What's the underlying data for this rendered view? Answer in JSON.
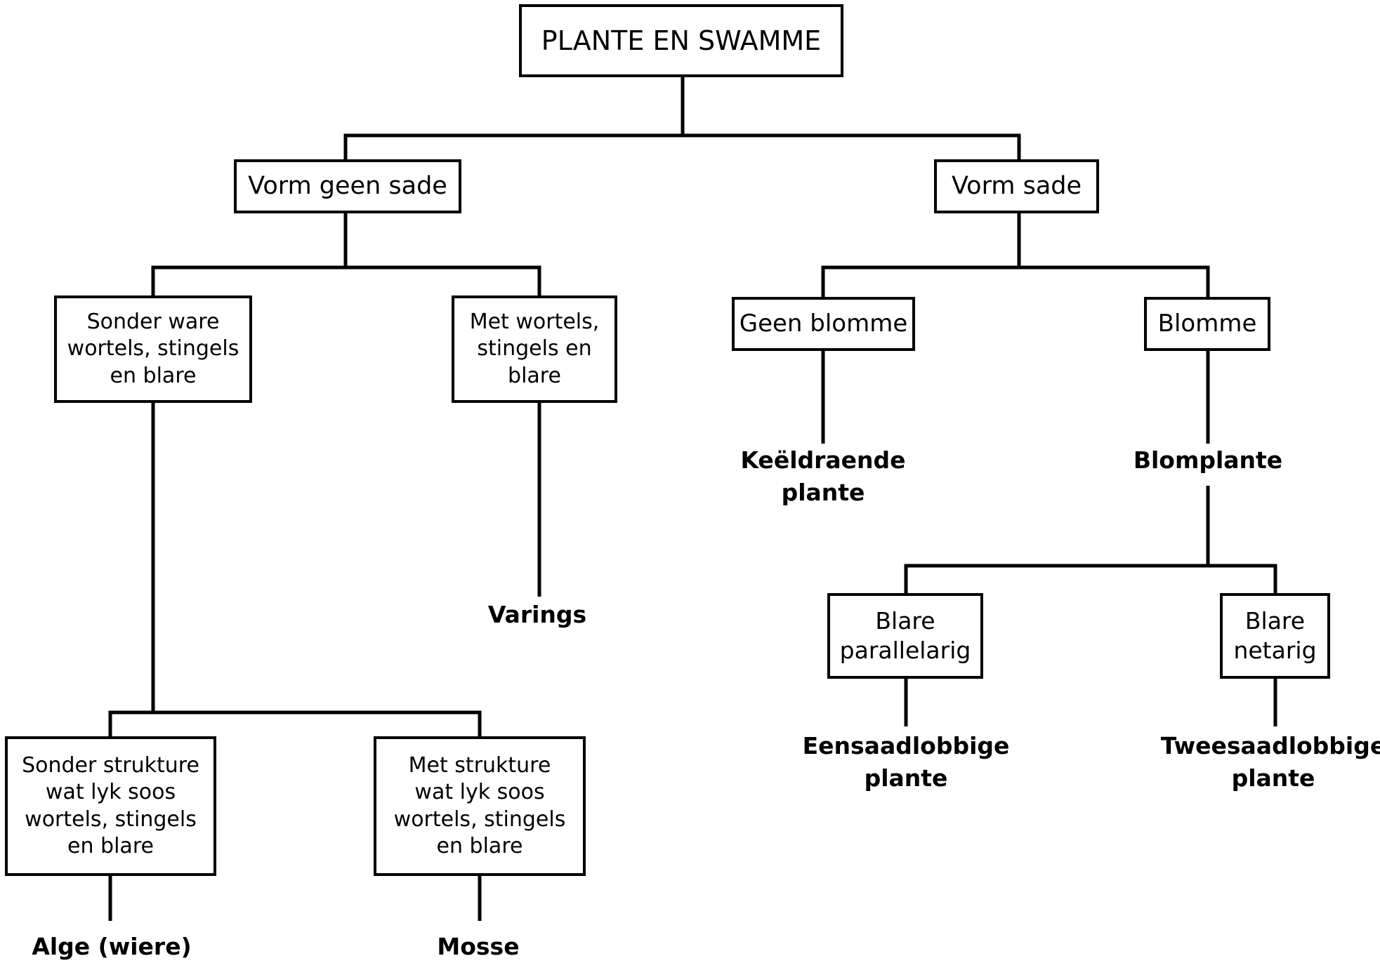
{
  "root": {
    "label": "PLANTE EN SWAMME"
  },
  "branches": {
    "no_seeds": {
      "label": "Vorm geen sade",
      "without_true_organs": {
        "label": "Sonder ware\nwortels, stingels\nen blare",
        "no_structures": {
          "label": "Sonder strukture\nwat lyk soos\nwortels, stingels\nen blare",
          "result": "Alge (wiere)"
        },
        "with_structures": {
          "label": "Met strukture\nwat lyk soos\nwortels, stingels\nen blare",
          "result": "Mosse"
        }
      },
      "with_true_organs": {
        "label": "Met wortels,\nstingels en\nblare",
        "result": "Varings"
      }
    },
    "seeds": {
      "label": "Vorm sade",
      "no_flowers": {
        "label": "Geen blomme",
        "result": "Keëldraende\nplante"
      },
      "flowers": {
        "label": "Blomme",
        "result": "Blomplante",
        "parallel": {
          "label": "Blare\nparallelarig",
          "result": "Eensaadlobbige\nplante"
        },
        "net": {
          "label": "Blare\nnetarig",
          "result": "Tweesaadlobbige\nplante"
        }
      }
    }
  }
}
